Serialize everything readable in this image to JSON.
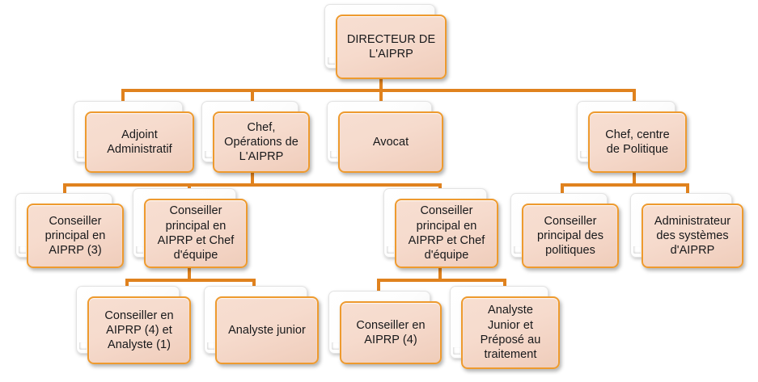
{
  "chart": {
    "title": "Organigramme AIPRP",
    "type": "org-chart",
    "colors": {
      "node_border": "#EE9A2E",
      "node_fill": "#F4D8C9",
      "connector": "#E0821E",
      "back_card": "#FFFFFF",
      "text": "#17181A",
      "background": "#FFFFFF"
    }
  },
  "nodes": {
    "director": {
      "label": "DIRECTEUR DE\nL'AIPRP"
    },
    "adjoint_administratif": {
      "label": "Adjoint\nAdministratif"
    },
    "chef_operations": {
      "label": "Chef,\nOpérations de\nL'AIPRP"
    },
    "avocat": {
      "label": "Avocat"
    },
    "chef_centre_politique": {
      "label": "Chef, centre\nde Politique"
    },
    "conseiller_principal_aiprp_3": {
      "label": "Conseiller\nprincipal en\nAIPRP (3)"
    },
    "conseiller_principal_chef_equipe_1": {
      "label": "Conseiller\nprincipal en\nAIPRP et Chef\nd'équipe"
    },
    "conseiller_principal_chef_equipe_2": {
      "label": "Conseiller\nprincipal en\nAIPRP et Chef\nd'équipe"
    },
    "conseiller_principal_politiques": {
      "label": "Conseiller\nprincipal des\npolitiques"
    },
    "administrateur_systemes": {
      "label": "Administrateur\ndes systèmes\nd'AIPRP"
    },
    "conseiller_aiprp_4_analyste_1": {
      "label": "Conseiller en\nAIPRP (4) et\nAnalyste (1)"
    },
    "analyste_junior": {
      "label": "Analyste junior"
    },
    "conseiller_aiprp_4": {
      "label": "Conseiller en\nAIPRP (4)"
    },
    "analyste_junior_prepose": {
      "label": "Analyste\nJunior et\nPréposé au\ntraitement"
    }
  }
}
